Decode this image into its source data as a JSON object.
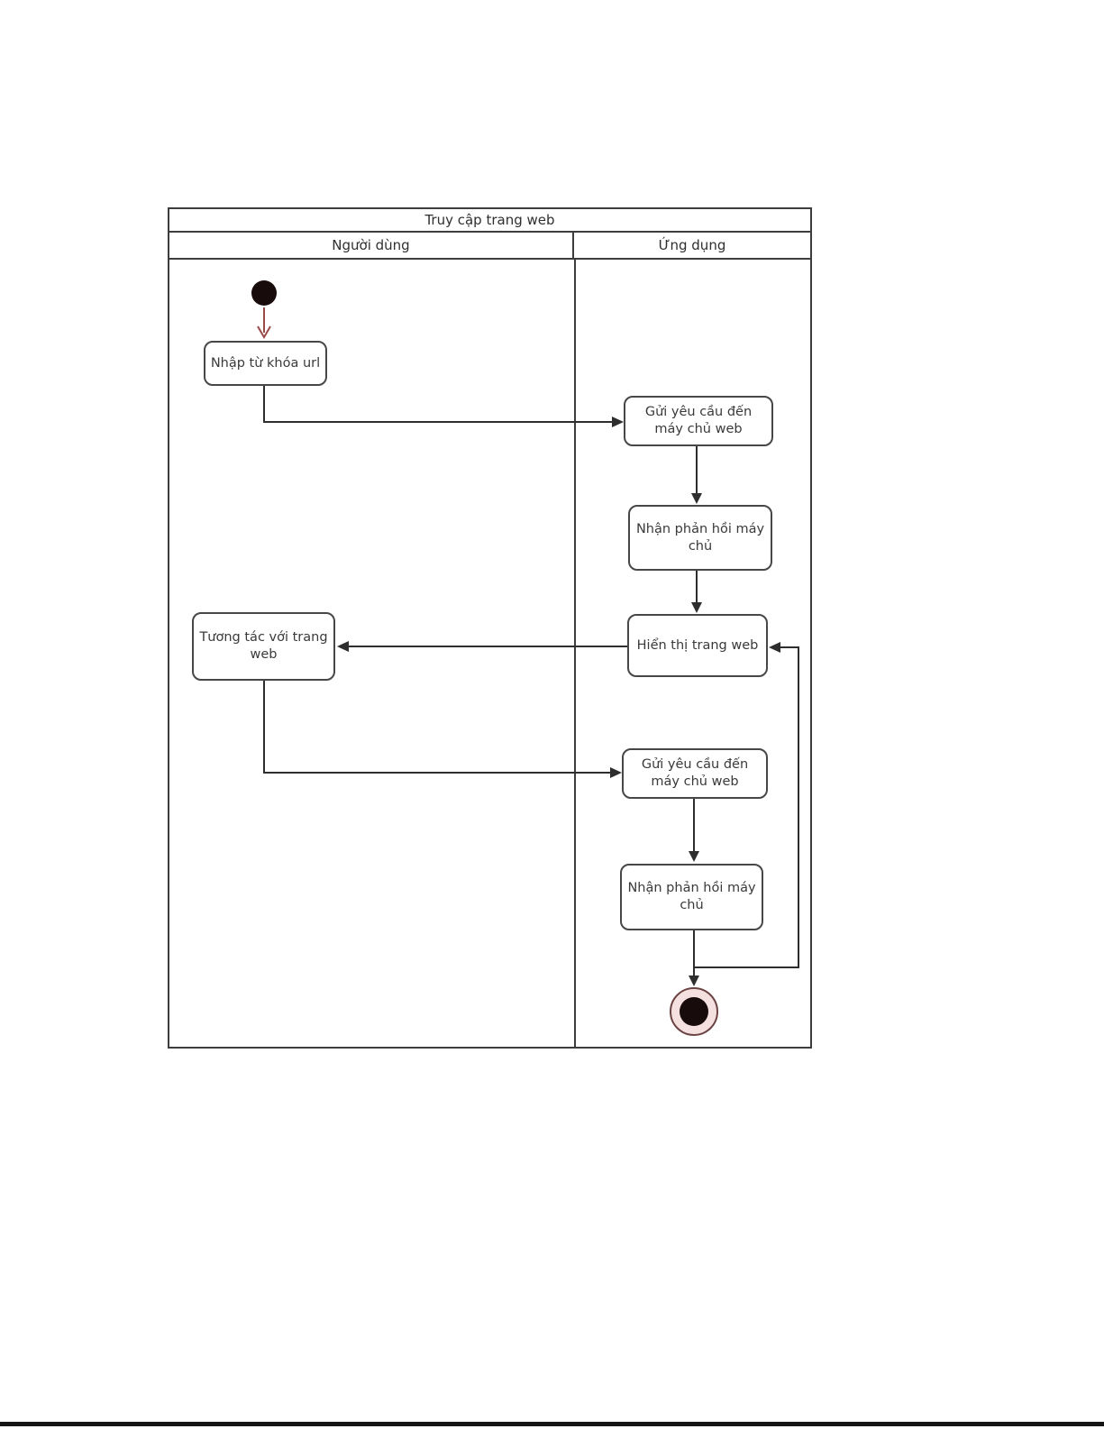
{
  "diagram": {
    "title": "Truy cập trang web",
    "lanes": [
      {
        "label": "Người dùng"
      },
      {
        "label": "Ứng dụng"
      }
    ],
    "nodes": {
      "nhap_tu_khoa": "Nhập từ khóa url",
      "gui_yeu_cau_1": "Gửi yêu cầu đến máy chủ web",
      "nhan_phan_hoi_1": "Nhận phản hồi máy chủ",
      "hien_thi_trang_web": "Hiển thị trang web",
      "tuong_tac": "Tương tác với trang web",
      "gui_yeu_cau_2": "Gửi yêu cầu đến máy chủ web",
      "nhan_phan_hoi_2": "Nhận phản hồi máy chủ"
    },
    "icons": {
      "start": "initial-node-icon",
      "end": "final-node-icon"
    },
    "colors": {
      "line": "#2e2e2e",
      "box_border": "#474747",
      "start_fill": "#170b0b",
      "start_arrow": "#9b4a4a",
      "end_ring": "#f5e0e0",
      "end_ring_border": "#6b4343",
      "end_core": "#170b0b"
    }
  }
}
